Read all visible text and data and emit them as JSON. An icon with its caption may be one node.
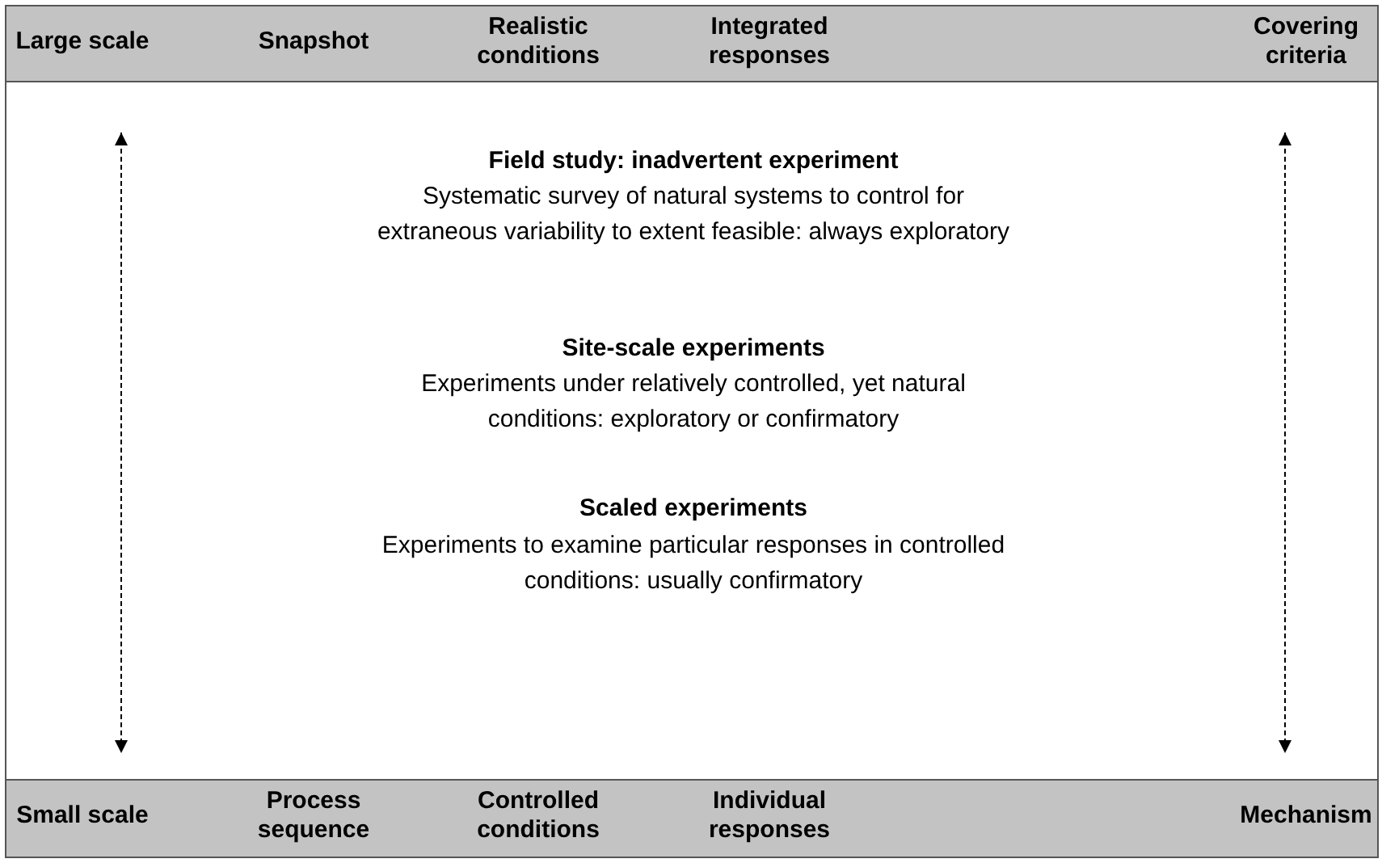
{
  "diagram": {
    "nodes": [
      {
        "text": [
          "Large scale",
          "Snapshot",
          "Realistic conditions",
          "Integrated responses",
          "Covering criteria"
        ]
      },
      {
        "text": [
          "Field study: inadvertent experiment",
          "Systematic survey of natural systems to control for extraneous variability to extent feasible: always exploratory",
          "Site-scale experiments",
          "Experiments under relatively controlled, yet natural conditions: exploratory or confirmatory",
          "Scaled experiments",
          "Experiments to examine particular responses in controlled conditions: usually confirmatory"
        ]
      },
      {
        "text": [
          "Small scale",
          "Process sequence",
          "Controlled conditions",
          "Individual responses",
          "Mechanism"
        ]
      }
    ]
  }
}
